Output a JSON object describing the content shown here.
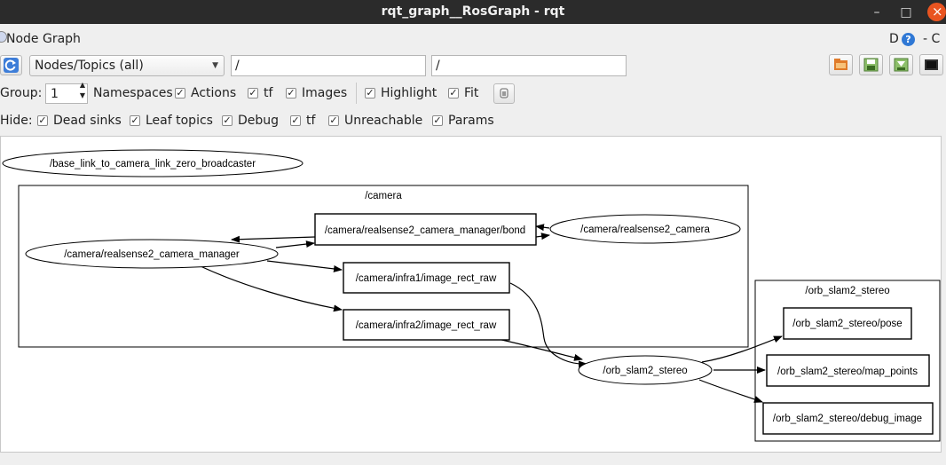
{
  "window": {
    "title": "rqt_graph__RosGraph - rqt",
    "close_glyph": "×",
    "minimize_glyph": "–",
    "maximize_glyph": "□"
  },
  "plugin": {
    "title": "Node Graph",
    "help_label": "D",
    "help_glyph": "?",
    "extra_glyph": "- C"
  },
  "toolbar": {
    "refresh_icon": "refresh-icon",
    "filter_mode": "Nodes/Topics (all)",
    "node_filter_value": "/",
    "topic_filter_value": "/",
    "right_icons": [
      "load-dot-icon",
      "save-dot-icon",
      "save-image-icon",
      "screenshot-icon"
    ]
  },
  "group_row": {
    "group_label": "Group:",
    "group_value": "1",
    "options": [
      {
        "label": "Namespaces",
        "checked": true
      },
      {
        "label": "Actions",
        "checked": true
      },
      {
        "label": "tf",
        "checked": true
      },
      {
        "label": "Images",
        "checked": false
      }
    ],
    "highlight": {
      "label": "Highlight",
      "checked": true
    },
    "fit": {
      "label": "Fit",
      "checked": true
    }
  },
  "hide_row": {
    "hide_label": "Hide:",
    "options": [
      {
        "label": "Dead sinks",
        "checked": true
      },
      {
        "label": "Leaf topics",
        "checked": true
      },
      {
        "label": "Debug",
        "checked": true
      },
      {
        "label": "tf",
        "checked": true
      },
      {
        "label": "Unreachable",
        "checked": true
      },
      {
        "label": "Params",
        "checked": true
      }
    ]
  },
  "graph": {
    "clusters": {
      "camera": "/camera",
      "orb": "/orb_slam2_stereo"
    },
    "nodes": {
      "base_link": "/base_link_to_camera_link_zero_broadcaster",
      "camera_manager": "/camera/realsense2_camera_manager",
      "realsense_camera": "/camera/realsense2_camera",
      "orb_node": "/orb_slam2_stereo"
    },
    "topics": {
      "bond": "/camera/realsense2_camera_manager/bond",
      "infra1": "/camera/infra1/image_rect_raw",
      "infra2": "/camera/infra2/image_rect_raw",
      "pose": "/orb_slam2_stereo/pose",
      "map_points": "/orb_slam2_stereo/map_points",
      "debug_image": "/orb_slam2_stereo/debug_image"
    }
  }
}
